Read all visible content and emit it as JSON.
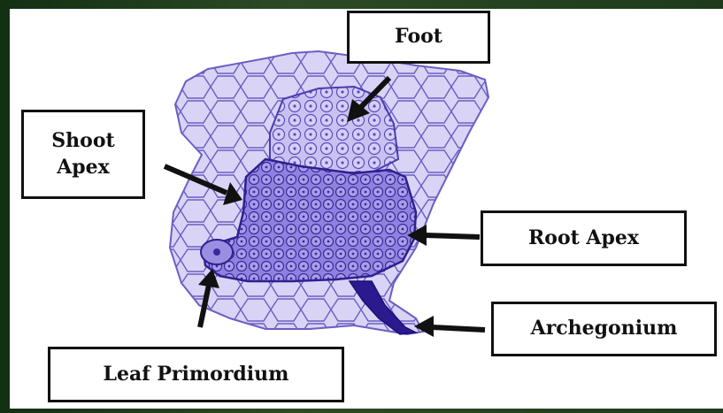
{
  "colors": {
    "background_frame": "#1f3a1c",
    "panel": "#ffffff",
    "tissue_fill": "#d9d4f5",
    "cell_outline": "#6a5fc4",
    "embryo_fill": "#7f6fd6",
    "embryo_dark": "#3a2a9e",
    "arrow": "#111111",
    "box_border": "#111111"
  },
  "labels": {
    "foot": "Foot",
    "shoot_apex": "Shoot\nApex",
    "root_apex": "Root Apex",
    "archegonium": "Archegonium",
    "leaf_primordium": "Leaf Primordium"
  }
}
